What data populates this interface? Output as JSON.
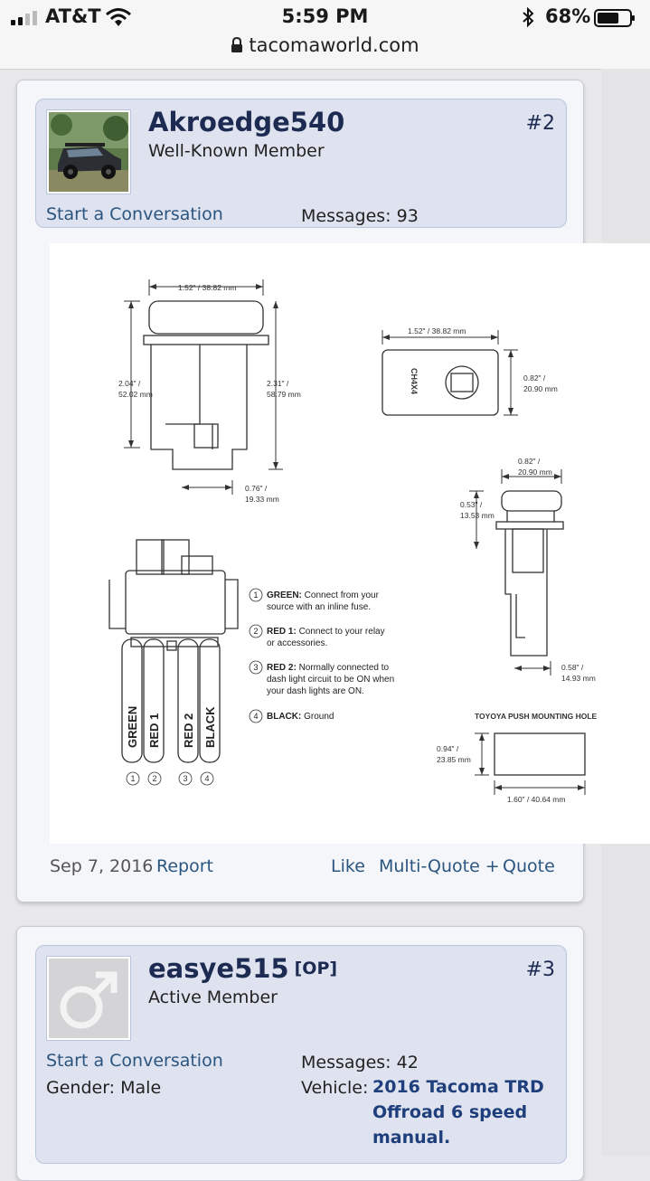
{
  "status_bar": {
    "carrier": "AT&T",
    "time": "5:59 PM",
    "battery_percent": "68%",
    "battery_level": 0.68
  },
  "browser": {
    "domain": "tacomaworld.com"
  },
  "posts": [
    {
      "username": "Akroedge540",
      "user_title": "Well-Known Member",
      "post_number": "#2",
      "start_conversation": "Start a Conversation",
      "messages_label": "Messages:",
      "messages_count": "93",
      "date": "Sep 7, 2016",
      "actions": {
        "report": "Report",
        "like": "Like",
        "multi_quote": "Multi-Quote +",
        "quote": "Quote"
      },
      "diagram": {
        "dim_top_width": "1.52\" / 38.82 mm",
        "dim_left_height_1": "2.04\" /",
        "dim_left_height_2": "52.02 mm",
        "dim_right_height_1": "2.31\" /",
        "dim_right_height_2": "58.79 mm",
        "dim_bottom_1": "0.76\" /",
        "dim_bottom_2": "19.33 mm",
        "dim_face_width": "1.52\" / 38.82 mm",
        "face_label": "CH4X4",
        "dim_face_height_1": "0.82\" /",
        "dim_face_height_2": "20.90 mm",
        "dim_side_top_1": "0.82\" /",
        "dim_side_top_2": "20.90 mm",
        "dim_side_left_1": "0.53\" /",
        "dim_side_left_2": "13.53 mm",
        "dim_side_bottom_1": "0.58\" /",
        "dim_side_bottom_2": "14.93 mm",
        "mounting_title": "TOYOYA PUSH MOUNTING HOLE",
        "dim_hole_height_1": "0.94\" /",
        "dim_hole_height_2": "23.85 mm",
        "dim_hole_width": "1.60\" / 40.64 mm",
        "wires": [
          "GREEN",
          "RED 1",
          "RED 2",
          "BLACK"
        ],
        "wire_numbers": [
          "1",
          "2",
          "3",
          "4"
        ],
        "legend": [
          {
            "num": "1",
            "name": "GREEN:",
            "line1": "Connect from your",
            "line2": "source with an inline fuse.",
            "line3": ""
          },
          {
            "num": "2",
            "name": "RED 1:",
            "line1": "Connect to your relay",
            "line2": "or accessories.",
            "line3": ""
          },
          {
            "num": "3",
            "name": "RED 2:",
            "line1": "Normally connected to",
            "line2": "dash light circuit to be ON when",
            "line3": "your dash lights are ON."
          },
          {
            "num": "4",
            "name": "BLACK:",
            "line1": "Ground",
            "line2": "",
            "line3": ""
          }
        ]
      }
    },
    {
      "username": "easye515",
      "op_tag": "[OP]",
      "user_title": "Active Member",
      "post_number": "#3",
      "start_conversation": "Start a Conversation",
      "messages_label": "Messages:",
      "messages_count": "42",
      "gender_label": "Gender:",
      "gender": "Male",
      "vehicle_label": "Vehicle:",
      "vehicle": "2016 Tacoma TRD Offroad 6 speed manual."
    }
  ]
}
